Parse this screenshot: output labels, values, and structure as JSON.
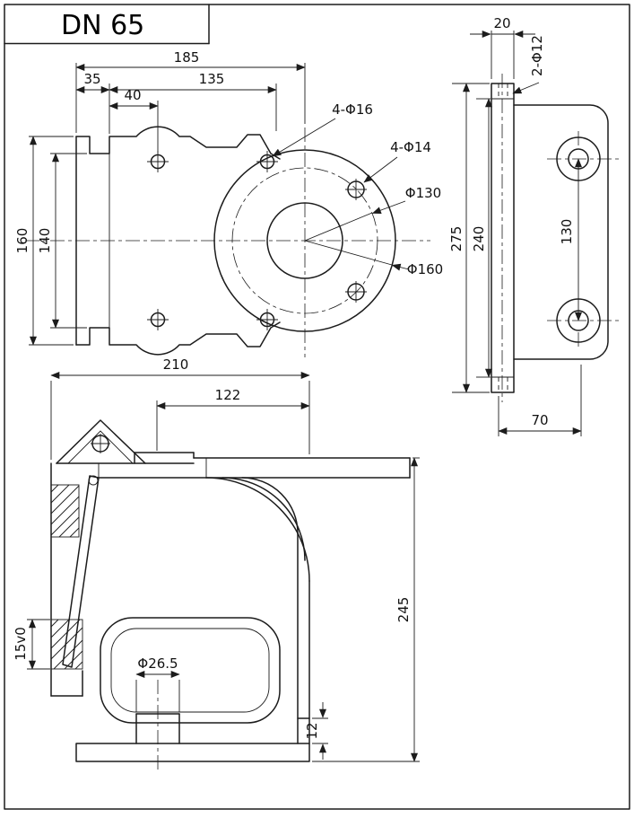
{
  "meta": {
    "line_color": "#1c1c1c",
    "background": "#ffffff"
  },
  "title_block": {
    "title": "DN 65"
  },
  "front_view": {
    "dim_total_width": "185",
    "dim_left_offset": "35",
    "dim_inner_width": "135",
    "dim_hole_offset": "40",
    "dim_outer_height": "160",
    "dim_inner_height": "140",
    "label_body_holes": "4-Φ16",
    "label_flange_holes": "4-Φ14",
    "label_bolt_circle": "Φ130",
    "label_flange_od": "Φ160"
  },
  "side_view": {
    "dim_flange_thickness": "20",
    "label_flange_holes": "2-Φ12",
    "dim_total_height": "275",
    "dim_inner_height": "240",
    "dim_boss_spacing": "130",
    "dim_depth": "70"
  },
  "section_view": {
    "dim_total_width": "210",
    "dim_inner_width": "122",
    "dim_total_height": "245",
    "dim_left_height": "15v0",
    "label_boss_dia": "Φ26.5",
    "dim_base_step": "12"
  }
}
